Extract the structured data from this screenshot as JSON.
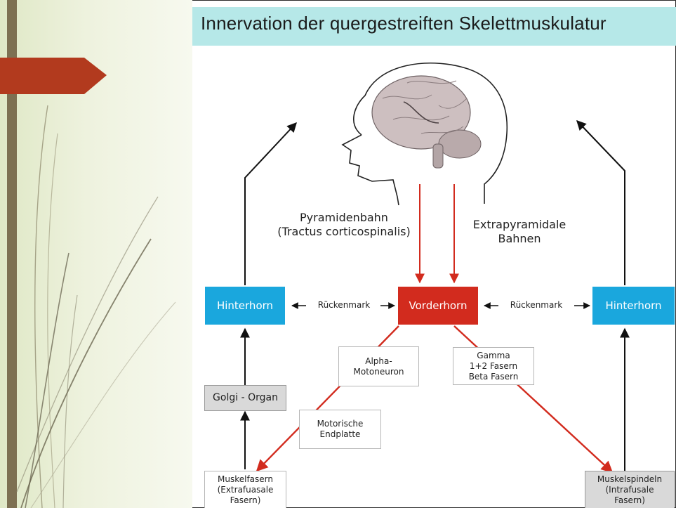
{
  "title": "Innervation der quergestreiften Skelettmuskulatur",
  "colors": {
    "title_bar": "#b6e8e8",
    "blue_node": "#1aa7dd",
    "red_node": "#d22b1e",
    "red_arrow": "#d22b1e",
    "black_arrow": "#111111",
    "left_accent_bar": "#7d7052",
    "red_tab": "#b23a1e"
  },
  "labels": {
    "pyramidenbahn_line1": "Pyramidenbahn",
    "pyramidenbahn_line2": "(Tractus corticospinalis)",
    "extrapyramidal_line1": "Extrapyramidale",
    "extrapyramidal_line2": "Bahnen",
    "rueckenmark_left": "Rückenmark",
    "rueckenmark_right": "Rückenmark"
  },
  "nodes": {
    "hinterhorn_left": "Hinterhorn",
    "vorderhorn": "Vorderhorn",
    "hinterhorn_right": "Hinterhorn"
  },
  "boxes": {
    "alpha": {
      "line1": "Alpha-",
      "line2": "Motoneuron"
    },
    "gamma": {
      "line1": "Gamma",
      "line2": "1+2 Fasern",
      "line3": "Beta Fasern"
    },
    "golgi": "Golgi - Organ",
    "motorische": {
      "line1": "Motorische",
      "line2": "Endplatte"
    },
    "muskelfasern": {
      "line1": "Muskelfasern",
      "line2": "(Extrafuasale",
      "line3": "Fasern)"
    },
    "muskelspindeln": {
      "line1": "Muskelspindeln",
      "line2": "(Intrafusale",
      "line3": "Fasern)"
    }
  },
  "icons": {
    "brain": "head-profile-with-brain-illustration",
    "tab": "red-arrow-tab-icon"
  }
}
